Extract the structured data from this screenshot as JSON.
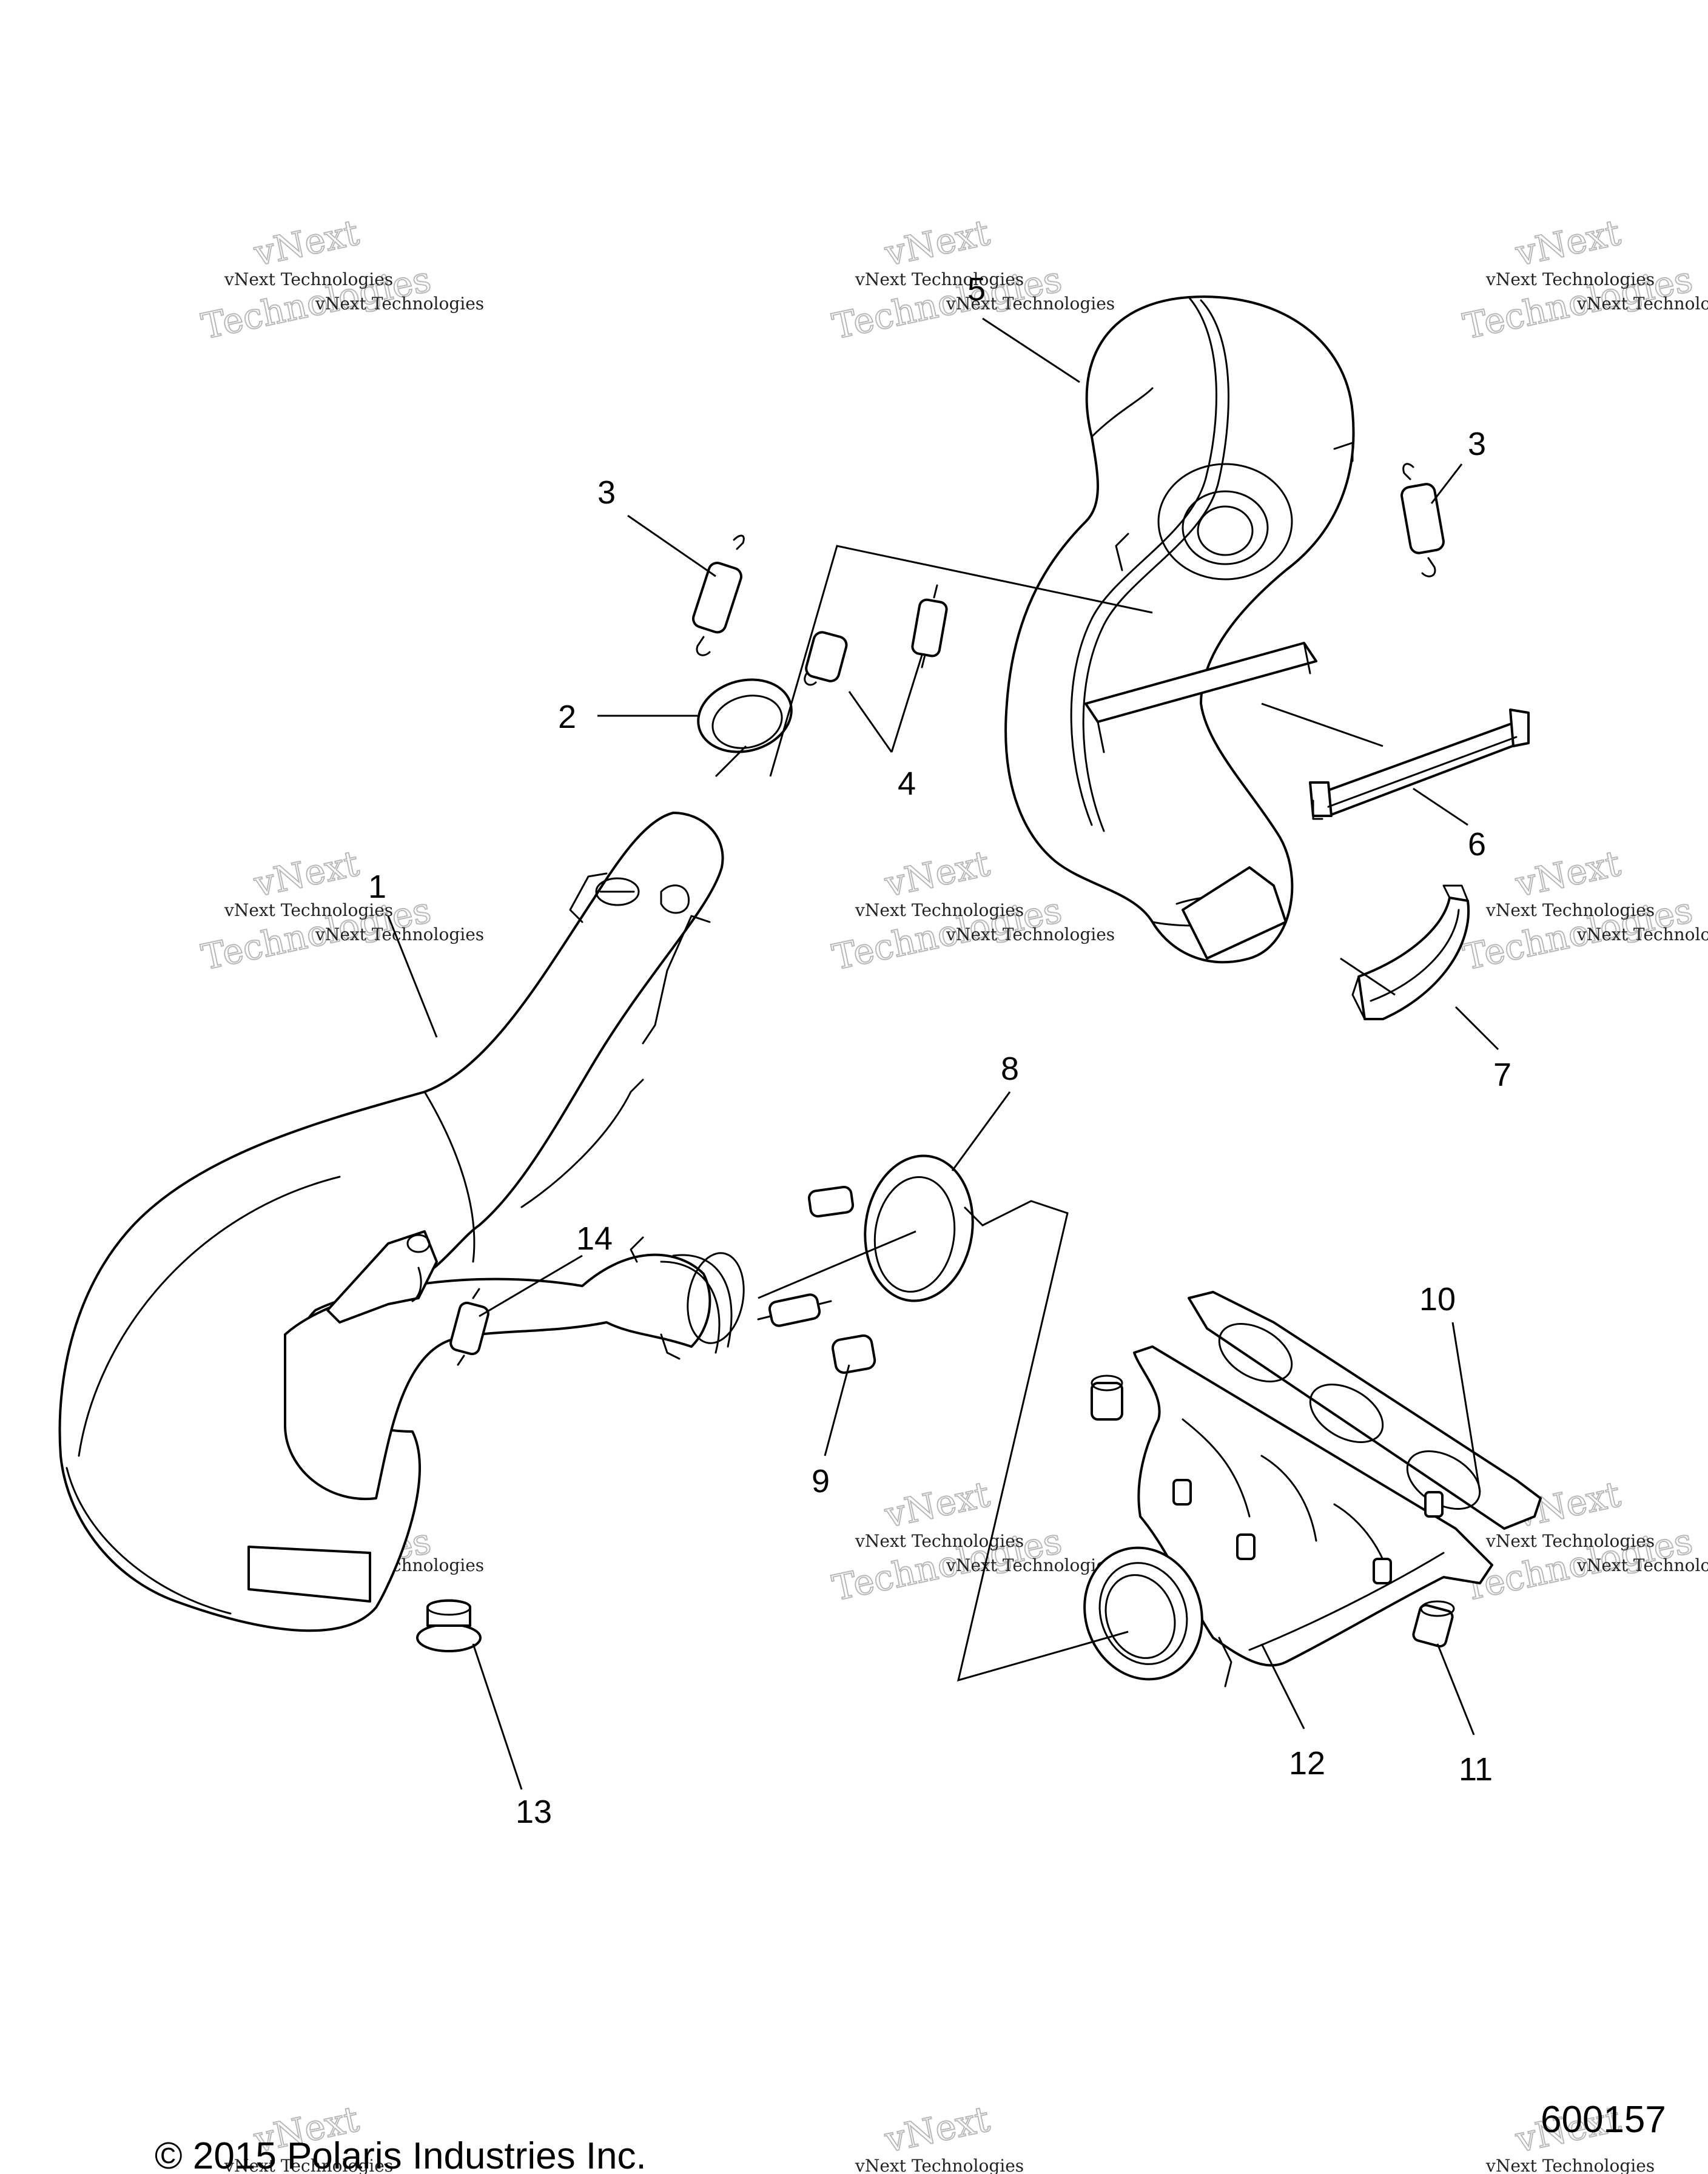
{
  "figure_number": "600157",
  "copyright": "© 2015 Polaris Industries Inc.",
  "watermark": {
    "line_small": "vNext Technologies",
    "line_large_1": "vNext",
    "line_large_2": "Technologies"
  },
  "callouts": [
    {
      "id": "c1",
      "label": "1"
    },
    {
      "id": "c2",
      "label": "2"
    },
    {
      "id": "c3a",
      "label": "3"
    },
    {
      "id": "c3b",
      "label": "3"
    },
    {
      "id": "c4",
      "label": "4"
    },
    {
      "id": "c5",
      "label": "5"
    },
    {
      "id": "c6",
      "label": "6"
    },
    {
      "id": "c7",
      "label": "7"
    },
    {
      "id": "c8",
      "label": "8"
    },
    {
      "id": "c9",
      "label": "9"
    },
    {
      "id": "c10",
      "label": "10"
    },
    {
      "id": "c11",
      "label": "11"
    },
    {
      "id": "c12",
      "label": "12"
    },
    {
      "id": "c13",
      "label": "13"
    },
    {
      "id": "c14",
      "label": "14"
    }
  ]
}
